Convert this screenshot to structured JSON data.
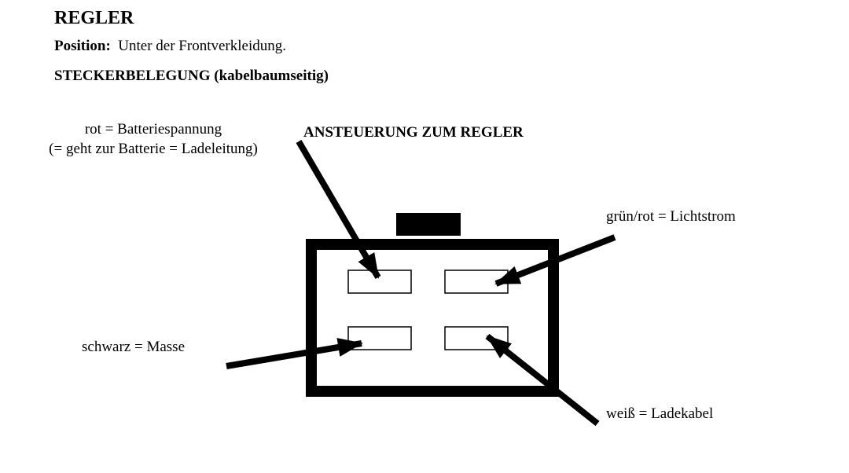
{
  "header": {
    "title": "REGLER",
    "position_label": "Position:",
    "position_value": "Unter der Frontverkleidung.",
    "section_heading": "STECKERBELEGUNG (kabelbaumseitig)"
  },
  "diagram": {
    "labels": {
      "battery_line1": "rot = Batteriespannung",
      "battery_line2": "(= geht zur Batterie = Ladeleitung)",
      "control": "ANSTEUERUNG ZUM REGLER",
      "light": "grün/rot = Lichtstrom",
      "ground": "schwarz = Masse",
      "charge": "weiß = Ladekabel"
    }
  }
}
